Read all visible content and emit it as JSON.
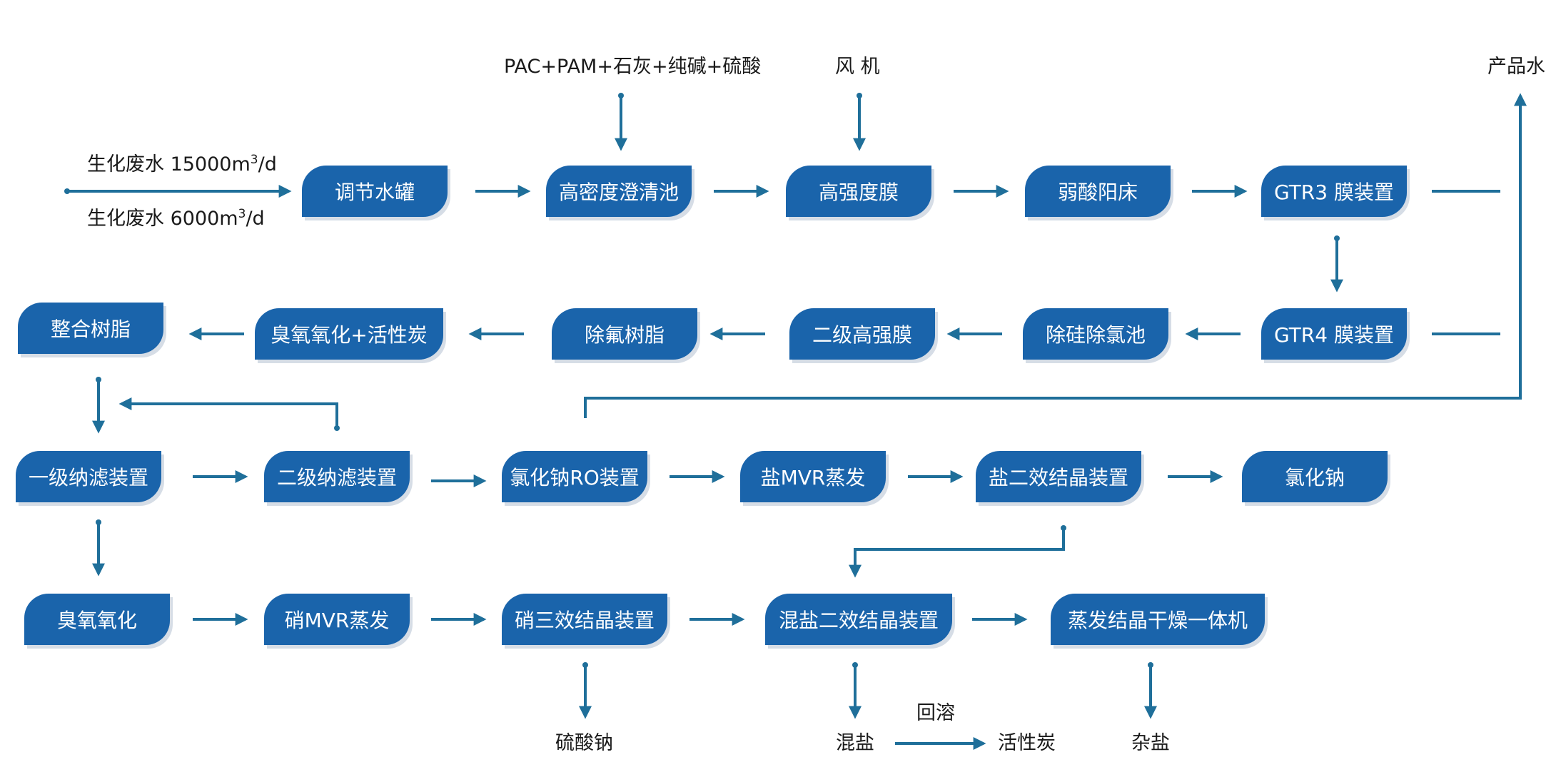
{
  "colors": {
    "box_fill": "#1a64ab",
    "line": "#1f6f9a",
    "text": "#1a1a1a"
  },
  "nodes": {
    "tiaojie": "调节水罐",
    "gaomidu": "高密度澄清池",
    "gaoqiang": "高强度膜",
    "ruosuan": "弱酸阳床",
    "gtr3": "GTR3 膜装置",
    "zhenghe": "整合树脂",
    "chouyang": "臭氧氧化+活性炭",
    "chufu": "除氟树脂",
    "erji_gaoqiang": "二级高强膜",
    "chugui": "除硅除氯池",
    "gtr4": "GTR4 膜装置",
    "yiji_nalv": "一级纳滤装置",
    "erji_nalv": "二级纳滤装置",
    "lvhuana_ro": "氯化钠RO装置",
    "yan_mvr": "盐MVR蒸发",
    "yan_erxiao": "盐二效结晶装置",
    "lvhuana": "氯化钠",
    "chouyang2": "臭氧氧化",
    "xiao_mvr": "硝MVR蒸发",
    "xiao_sanxiao": "硝三效结晶装置",
    "hunyan_erxiao": "混盐二效结晶装置",
    "zhengfa": "蒸发结晶干燥一体机"
  },
  "labels": {
    "chemicals": "PAC+PAM+石灰+纯碱+硫酸",
    "fengji": "风  机",
    "chanpinshui": "产品水",
    "feishui1_prefix": "生化废水 15000m",
    "feishui2_prefix": "生化废水 6000m",
    "unit_sup": "3",
    "unit_suffix": "/d",
    "liusuanna": "硫酸钠",
    "hunyan": "混盐",
    "huirong": "回溶",
    "huoxingtan": "活性炭",
    "zayan": "杂盐"
  }
}
